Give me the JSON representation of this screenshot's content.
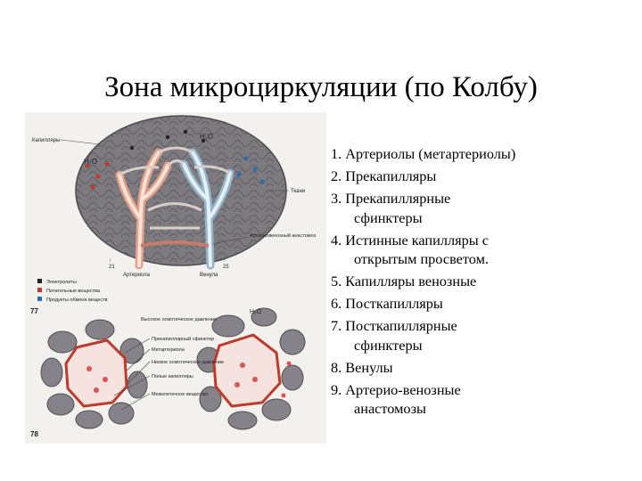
{
  "slide": {
    "title": "Зона микроциркуляции (по Колбу)"
  },
  "figure": {
    "fig1_number": "77",
    "fig2_number": "78",
    "fig1_labels": {
      "capillaries": "Капилляры",
      "h2o_left": "H₂O",
      "h2o_right": "H₂O",
      "tissue": "Ткани",
      "av_anastomosis": "Артериовенозный анастомоз",
      "arteriole": "Артериола",
      "venule": "Венула",
      "mark_left": "↑\n21",
      "mark_right": "↑\n25"
    },
    "fig1_legend": [
      {
        "label": "Электролиты",
        "color": "#222222"
      },
      {
        "label": "Питательные вещества",
        "color": "#c0392b"
      },
      {
        "label": "Продукты обмена веществ",
        "color": "#2b6cb0"
      }
    ],
    "fig2_labels": {
      "top_note": "Высокое осмотическое давление",
      "mid1": "Прекапиллярный сфинктер",
      "mid2": "Метартериола",
      "mid3": "Низкое осмотическое давление",
      "mid4": "Полые капилляры",
      "bottom": "Межклеточное вещество",
      "h2o": "H₂O"
    }
  },
  "legend_list": [
    {
      "lines": [
        "1. Артериолы (метартериолы)"
      ]
    },
    {
      "lines": [
        "2. Прекапилляры"
      ]
    },
    {
      "lines": [
        "3. Прекапиллярные",
        "сфинктеры"
      ]
    },
    {
      "lines": [
        "4. Истинные капилляры с",
        "открытым просветом."
      ]
    },
    {
      "lines": [
        "5. Капилляры венозные"
      ]
    },
    {
      "lines": [
        "6. Посткапилляры"
      ]
    },
    {
      "lines": [
        "7. Посткапиллярные",
        "сфинктеры"
      ]
    },
    {
      "lines": [
        "8. Венулы"
      ]
    },
    {
      "lines": [
        "9. Артерио-венозные",
        "анастомозы"
      ]
    }
  ]
}
